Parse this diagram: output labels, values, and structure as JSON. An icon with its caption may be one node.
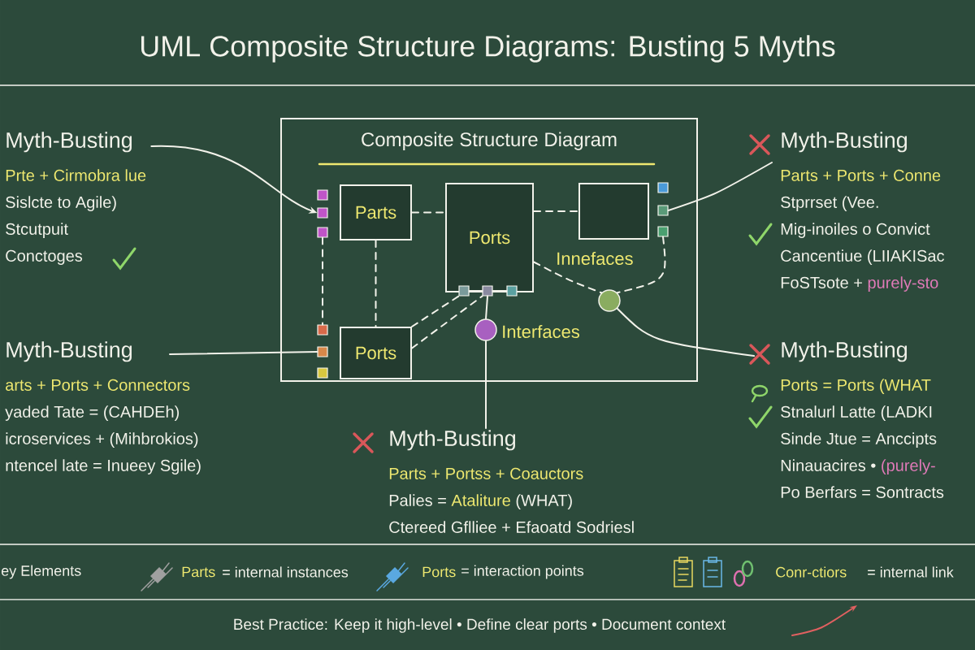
{
  "diagram": {
    "title": "UML Composite Structure Diagrams: Busting 5 Myths",
    "nodes": [
      {
        "text": [
          "Myth-Busting",
          "Prte + Cirmobra lue",
          "Sislcte to Agile)",
          "Stcutpuit",
          "Conctoges"
        ]
      },
      {
        "text": [
          "Composite Structure Diagram"
        ]
      },
      {
        "text": [
          "Myth-Busting",
          "Parts + Ports + Conne",
          "Stprrset (Vee.",
          "Mig-inoiles o Convict",
          "Cancentiue (LIIAKISac",
          "FoSTsote +",
          "purely-sto"
        ]
      },
      {
        "text": [],
        "shape": "box",
        "in": 1
      },
      {
        "text": [],
        "shape": "box",
        "in": 1
      },
      {
        "text": [],
        "shape": "box",
        "in": 1
      },
      {
        "text": [
          "Parts"
        ],
        "in": 1
      },
      {
        "text": [
          "Ports"
        ],
        "in": 1
      },
      {
        "text": [],
        "shape": "box",
        "in": 1
      },
      {
        "text": [],
        "shape": "box",
        "in": 1
      },
      {
        "text": [],
        "shape": "box",
        "in": 1
      },
      {
        "text": [],
        "shape": "box",
        "in": 1
      },
      {
        "text": [],
        "shape": "box",
        "in": 1
      },
      {
        "text": [],
        "shape": "box",
        "in": 1
      },
      {
        "text": [],
        "shape": "box",
        "in": 1
      },
      {
        "text": [],
        "shape": "circle",
        "in": 1
      },
      {
        "text": [],
        "shape": "circle",
        "in": 1,
        "beside": [
          "Interfaces"
        ]
      },
      {
        "text": [],
        "shape": "box",
        "in": 1
      },
      {
        "text": [],
        "shape": "box",
        "in": 1
      },
      {
        "text": [],
        "shape": "box",
        "in": 1
      },
      {
        "text": [
          "Ports"
        ],
        "in": 1
      },
      {
        "text": [
          "Myth-Busting",
          "arts + Ports + Connectors",
          "yaded Tate = (CAHDEh)",
          "icroservices + (Mihbrokios)",
          "ntencel late = Inueey Sgile)"
        ]
      },
      {
        "text": [
          "Myth-Busting",
          "Ports = Ports (WHAT",
          "Stnalurl Latte (LADKI",
          "Sinde Jtue = Anccipts",
          "Ninauacires •",
          "(purely-",
          "Po Berfars = Sontracts"
        ]
      },
      {
        "text": [
          "Myth-Busting",
          "Parts + Portss + Coauctors",
          "Palies =",
          "Ataliture",
          "(WHAT)",
          "Ctereed Gflliee + Efaoatd Sodriesl"
        ]
      }
    ],
    "edges": [
      {
        "from": 0,
        "to": 4,
        "arrow": "to"
      },
      {
        "from": 21,
        "to": 18,
        "arrow": "none"
      },
      {
        "from": 2,
        "to": 10,
        "arrow": "none"
      },
      {
        "from": 15,
        "to": 22,
        "arrow": "none"
      },
      {
        "from": 16,
        "to": 23,
        "arrow": "none"
      },
      {
        "from": 16,
        "to": 13,
        "arrow": "none"
      },
      {
        "from": 12,
        "to": 13,
        "arrow": "none"
      },
      {
        "from": 13,
        "to": 14,
        "arrow": "none"
      },
      {
        "from": 6,
        "to": 7,
        "arrow": "none",
        "style": "dashed"
      },
      {
        "from": 7,
        "to": 8,
        "arrow": "none",
        "style": "dashed"
      },
      {
        "from": 6,
        "to": 20,
        "arrow": "none",
        "style": "dashed"
      },
      {
        "from": 5,
        "to": 17,
        "arrow": "none",
        "style": "dashed"
      },
      {
        "from": 20,
        "to": 12,
        "arrow": "none",
        "style": "dashed"
      },
      {
        "from": 20,
        "to": 13,
        "arrow": "none",
        "style": "dashed"
      },
      {
        "from": 7,
        "to": 15,
        "arrow": "none",
        "style": "dashed"
      },
      {
        "from": 11,
        "to": 15,
        "arrow": "none",
        "style": "dashed"
      }
    ],
    "labels": [
      "Innefaces",
      "ey Elements",
      "Parts",
      "= internal instances",
      "Ports",
      "= interaction points",
      "Conr-ctiors",
      "= internal link",
      "Best Practice: Keep it high-level • Define clear ports • Document context"
    ]
  }
}
